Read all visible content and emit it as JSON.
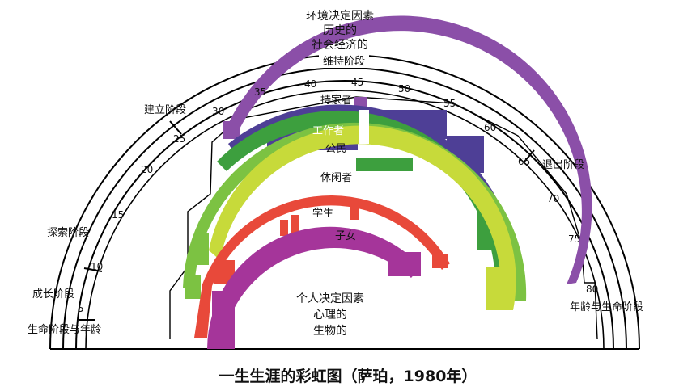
{
  "top_labels": [
    "环境决定因素",
    "历史的",
    "社会经济的"
  ],
  "stage_labels": {
    "maintenance": "维持阶段",
    "establishment": "建立阶段",
    "exploration": "探索阶段",
    "growth": "成长阶段",
    "life_stage_age": "生命阶段与年龄",
    "decline": "退出阶段",
    "age_life_stage": "年龄与生命阶段"
  },
  "ages": [
    "5",
    "10",
    "15",
    "20",
    "25",
    "30",
    "35",
    "40",
    "45",
    "50",
    "55",
    "60",
    "65",
    "70",
    "75",
    "80"
  ],
  "roles": [
    {
      "key": "homemaker",
      "label": "持家者",
      "color": "#8B4FA8"
    },
    {
      "key": "worker",
      "label": "工作者",
      "color": "#4E3F96"
    },
    {
      "key": "citizen",
      "label": "公民",
      "color": "#3D9F3E"
    },
    {
      "key": "leisurite",
      "label": "休闲者",
      "color": "#7CC242"
    },
    {
      "key": "student",
      "label": "学生",
      "color": "#C7DA3A"
    },
    {
      "key": "child",
      "label": "子女",
      "color": "#E8493A"
    }
  ],
  "inner_labels": [
    "个人决定因素",
    "心理的",
    "生物的"
  ],
  "caption": "一生生涯的彩虹图（萨珀，1980年）"
}
